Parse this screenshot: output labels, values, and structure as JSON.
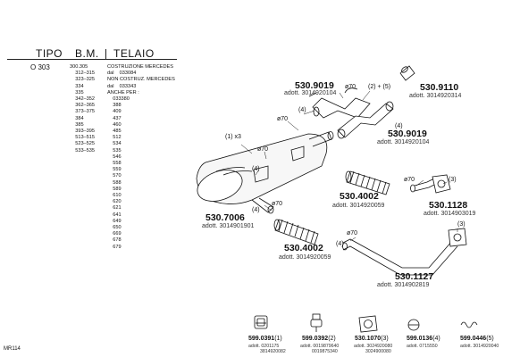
{
  "header": {
    "tipo": "TIPO",
    "bm": "B.M.",
    "telaio": "TELAIO"
  },
  "table": {
    "tipo": "O 303",
    "bm_col": "300.305\n    312–315\n    323–325\n    334\n    335\n    342–352\n    362–365\n    373–375\n    384\n    385\n    393–395\n    513–515\n    523–525\n    533–535",
    "text_col": "COSTRUZIONE MERCEDES\ndal    033084\nNON COSTRUZ. MERCEDES\ndal    033343\nANCHE PER :\n    033380\n    388\n    409\n    437\n    460\n    485\n    512\n    534\n    535\n    546\n    558\n    559\n    570\n    588\n    589\n    610\n    620\n    621\n    641\n    649\n    650\n    669\n    678\n    679"
  },
  "parts": [
    {
      "id": "p9019a",
      "pn": "530.9019",
      "adott": "adott. 3014920104"
    },
    {
      "id": "p9110",
      "pn": "530.9110",
      "adott": "adott. 3014920314"
    },
    {
      "id": "p9019b",
      "pn": "530.9019",
      "adott": "adott. 3014920104"
    },
    {
      "id": "p4002a",
      "pn": "530.4002",
      "adott": "adott. 3014920059"
    },
    {
      "id": "p1128",
      "pn": "530.1128",
      "adott": "adott. 3014903019"
    },
    {
      "id": "p7006",
      "pn": "530.7006",
      "adott": "adott. 3014901901"
    },
    {
      "id": "p4002b",
      "pn": "530.4002",
      "adott": "adott. 3014920059"
    },
    {
      "id": "p1127",
      "pn": "530.1127",
      "adott": "adott. 3014902819"
    }
  ],
  "tags": {
    "phi70": "ø70",
    "n4": "(4)",
    "n1x3": "(1) x3",
    "n2plus5": "(2) + (5)",
    "n3": "(3)"
  },
  "accessories": [
    {
      "pn": "599.0391",
      "q": "(1)",
      "sub": "adott. 0201175\n         3814920082"
    },
    {
      "pn": "599.0392",
      "q": "(2)",
      "sub": "adott. 0019879640\n         0019875340"
    },
    {
      "pn": "530.1070",
      "q": "(3)",
      "sub": "adott. 3024920080\n         3024900080"
    },
    {
      "pn": "599.0136",
      "q": "(4)",
      "sub": "adott. 0715550"
    },
    {
      "pn": "599.0446",
      "q": "(5)",
      "sub": "adott. 3014920040"
    }
  ],
  "footer": {
    "code": "MR114"
  }
}
